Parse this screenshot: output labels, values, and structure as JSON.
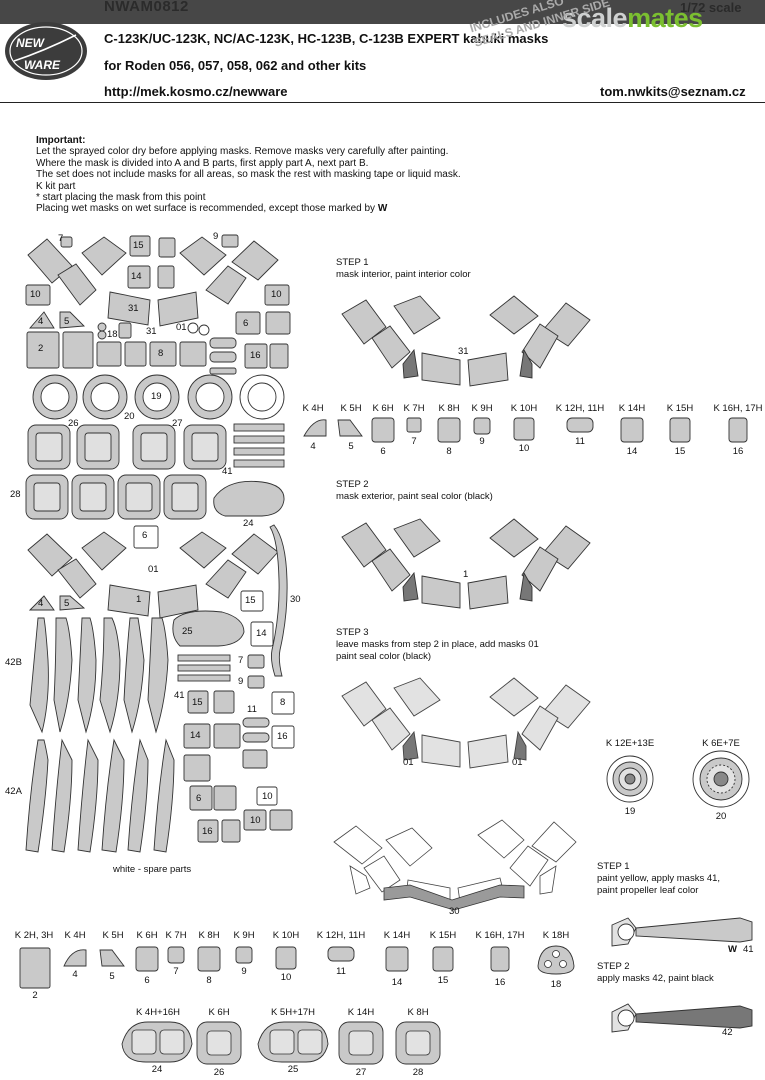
{
  "header": {
    "code": "NWAM0812",
    "scale": "1/72 scale",
    "brand_a": "scale",
    "brand_b": "mates",
    "logo_line1": "NEW",
    "logo_line2": "WARE",
    "title": "C-123K/UC-123K, NC/AC-123K, HC-123B, C-123B EXPERT kabuki masks",
    "subtitle": "for Roden 056, 057, 058, 062 and other kits",
    "url": "http://mek.kosmo.cz/newware",
    "email": "tom.nwkits@seznam.cz",
    "stamp_line1": "INCLUDES ALSO",
    "stamp_line2": "SEALS AND INNER SIDE"
  },
  "important": {
    "heading": "Important:",
    "lines": [
      "Let the sprayed color dry before applying masks. Remove masks very carefully after painting.",
      "Where the mask is divided into A and B parts, first apply part A, next part B.",
      "The set does not include masks for all areas, so mask the rest with masking tape or liquid mask.",
      "K  kit part",
      "*   start placing the mask from this point",
      "Placing wet masks on wet surface is recommended, except those marked by"
    ],
    "wet_mark": "W"
  },
  "sheet": {
    "spare_caption": "white - spare parts",
    "labels": [
      "7",
      "9",
      "15",
      "14",
      "10",
      "10",
      "31",
      "31",
      "01",
      "4",
      "5",
      "18",
      "6",
      "2",
      "8",
      "16",
      "19",
      "20",
      "26",
      "27",
      "41",
      "28",
      "24",
      "6",
      "01",
      "1",
      "4",
      "5",
      "15",
      "30",
      "25",
      "14",
      "7",
      "9",
      "42B",
      "8",
      "41",
      "11",
      "15",
      "16",
      "14",
      "42A",
      "6",
      "10",
      "16",
      "10"
    ]
  },
  "steps": {
    "s1_title": "STEP 1",
    "s1_text": "mask interior, paint interior color",
    "s1_num": "31",
    "s2_title": "STEP 2",
    "s2_text": "mask exterior, paint seal color (black)",
    "s2_num": "1",
    "s3_title": "STEP 3",
    "s3_text1": "leave masks from step 2 in place, add masks 01",
    "s3_text2": "paint seal color (black)",
    "s3_a": "01",
    "s3_b": "01",
    "nose_num": "30"
  },
  "kit_row_1": {
    "codes": [
      "K 4H",
      "K 5H",
      "K 6H",
      "K 7H",
      "K 8H",
      "K 9H",
      "K  10H",
      "K 12H, 11H",
      "K 14H",
      "K 15H",
      "K 16H, 17H"
    ],
    "nums": [
      "4",
      "5",
      "6",
      "7",
      "8",
      "9",
      "10",
      "11",
      "14",
      "15",
      "16"
    ]
  },
  "wheels": {
    "codes": [
      "K 12E+13E",
      "K 6E+7E"
    ],
    "nums": [
      "19",
      "20"
    ]
  },
  "prop": {
    "s1_title": "STEP 1",
    "s1_l1": "paint yellow, apply masks 41,",
    "s1_l2": "paint propeller leaf color",
    "s1_mark": "W",
    "s1_num": "41",
    "s2_title": "STEP 2",
    "s2_text": "apply masks 42, paint black",
    "s2_num": "42"
  },
  "kit_row_2": {
    "codes": [
      "K 2H, 3H",
      "K 4H",
      "K 5H",
      "K 6H",
      "K 7H",
      "K 8H",
      "K 9H",
      "K  10H",
      "K 12H, 11H",
      "K 14H",
      "K 15H",
      "K 16H, 17H",
      "K 18H"
    ],
    "nums": [
      "2",
      "4",
      "5",
      "6",
      "7",
      "8",
      "9",
      "10",
      "11",
      "14",
      "15",
      "16",
      "18"
    ]
  },
  "kit_row_3": {
    "codes": [
      "K 4H+16H",
      "K 6H",
      "K 5H+17H",
      "K 14H",
      "K 8H"
    ],
    "nums": [
      "24",
      "26",
      "25",
      "27",
      "28"
    ]
  },
  "colors": {
    "mask_fill": "#c9c9c9",
    "mask_stroke": "#333333",
    "light_fill": "#e2e2e2",
    "dark_seal": "#777777",
    "header_bar": "#474747",
    "brand_green": "#7bbf30"
  }
}
